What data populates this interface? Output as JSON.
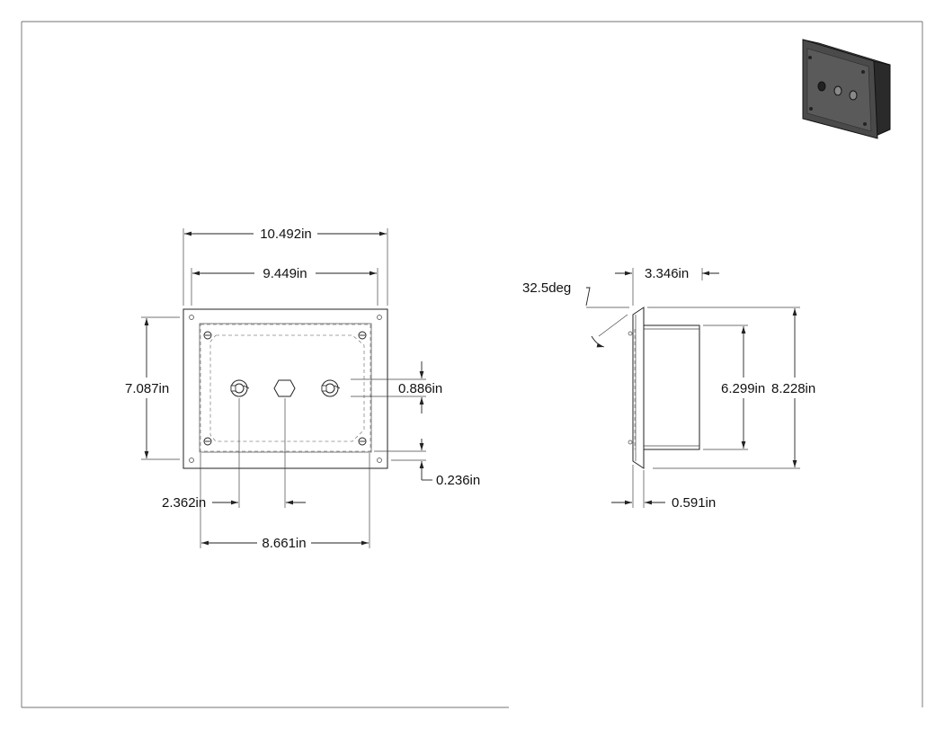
{
  "front_view": {
    "overall_width": "10.492in",
    "inner_width": "9.449in",
    "overall_height": "7.087in",
    "spacing": "0.886in",
    "offset": "0.236in",
    "hole_offset": "2.362in",
    "hole_spacing": "8.661in"
  },
  "side_view": {
    "angle": "32.5deg",
    "depth": "3.346in",
    "body_height": "6.299in",
    "overall_height": "8.228in",
    "flange_thickness": "0.591in"
  },
  "colors": {
    "line": "#222222",
    "hidden": "#888888",
    "iso_body": "#3a3a3a"
  },
  "icons": {
    "iso_view": "isometric-enclosure-view"
  }
}
